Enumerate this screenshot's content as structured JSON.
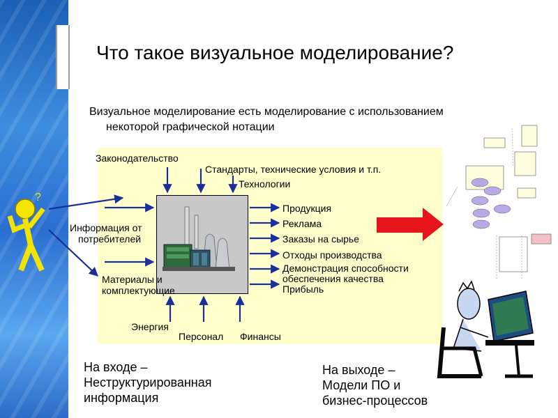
{
  "slide": {
    "title": "Что такое визуальное моделирование?",
    "subtitle_line1": "Визуальное моделирование есть моделирование с использованием",
    "subtitle_line2": "некоторой  графической нотации"
  },
  "diagram": {
    "top_inputs": {
      "legislation": "Законодательство",
      "standards": "Стандарты, технические условия и т.п.",
      "technologies": "Технологии"
    },
    "left_inputs": {
      "consumer_info_line1": "Информация от",
      "consumer_info_line2": "потребителей",
      "materials_line1": "Материалы и",
      "materials_line2": "комплектующие"
    },
    "bottom_inputs": {
      "energy": "Энергия",
      "personnel": "Персонал",
      "finance": "Финансы"
    },
    "outputs": [
      "Продукция",
      "Реклама",
      "Заказы на сырье",
      "Отходы производства",
      "Демонстрация способности",
      "обеспечения качества",
      "Прибыль"
    ]
  },
  "footer": {
    "input_line1": "На входе –",
    "input_line2": "Неструктурированная",
    "input_line3": "информация",
    "output_line1": "На выходе –",
    "output_line2": "Модели ПО и",
    "output_line3": "бизнес-процессов"
  },
  "colors": {
    "panel": "#ffffcc",
    "arrow": "#1a2f9a",
    "big_arrow": "#e8141b",
    "band": "#2a6fd0"
  }
}
